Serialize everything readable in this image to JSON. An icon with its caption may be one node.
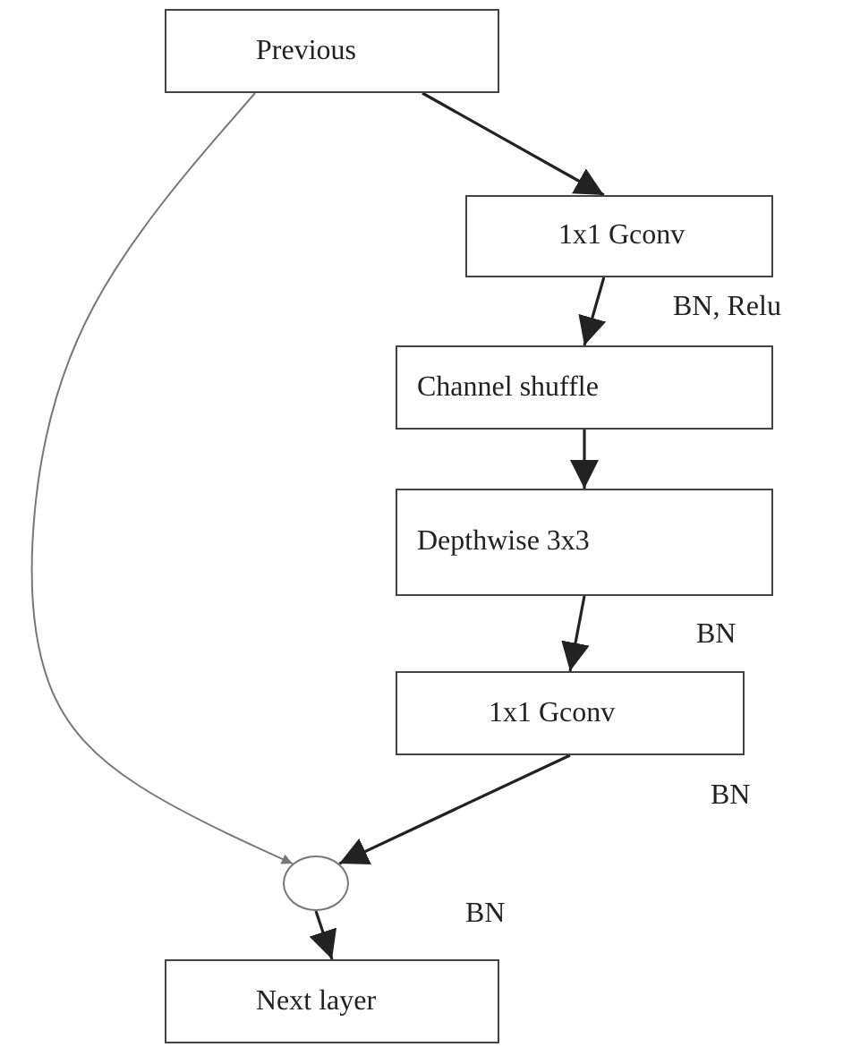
{
  "diagram": {
    "nodes": [
      {
        "text": [
          "Previous"
        ]
      },
      {
        "text": [
          "1x1 Gconv"
        ]
      },
      {
        "text": [
          "Channel shuffle"
        ]
      },
      {
        "text": [
          "Depthwise 3x3"
        ]
      },
      {
        "text": [
          "1x1 Gconv"
        ]
      },
      {
        "text": [],
        "shape": "circle"
      },
      {
        "text": [
          "Next layer"
        ]
      }
    ],
    "edges": [
      {
        "from": 0,
        "to": 1,
        "arrow": "to"
      },
      {
        "from": 1,
        "to": 2,
        "arrow": "to"
      },
      {
        "from": 2,
        "to": 3,
        "arrow": "to"
      },
      {
        "from": 3,
        "to": 4,
        "arrow": "to"
      },
      {
        "from": 4,
        "to": 5,
        "arrow": "to"
      },
      {
        "from": 0,
        "to": 5,
        "arrow": "to",
        "color": "#777777"
      },
      {
        "from": 5,
        "to": 6,
        "arrow": "to"
      }
    ],
    "labels": [
      "BN, Relu",
      "BN",
      "BN",
      "BN"
    ]
  }
}
